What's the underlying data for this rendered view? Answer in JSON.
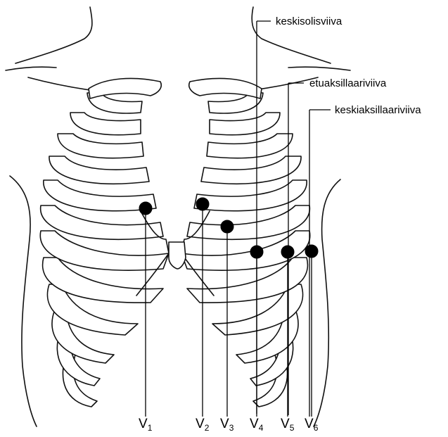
{
  "figure": {
    "reference_lines": [
      {
        "id": "midclavicular",
        "label": "keskisolisviiva"
      },
      {
        "id": "anterior-axillary",
        "label": "etuaksillaariviiva"
      },
      {
        "id": "mid-axillary",
        "label": "keskiaksillaariviiva"
      }
    ],
    "electrodes": [
      {
        "id": "v1",
        "letter": "V",
        "sub": "1"
      },
      {
        "id": "v2",
        "letter": "V",
        "sub": "2"
      },
      {
        "id": "v3",
        "letter": "V",
        "sub": "3"
      },
      {
        "id": "v4",
        "letter": "V",
        "sub": "4"
      },
      {
        "id": "v5",
        "letter": "V",
        "sub": "5"
      },
      {
        "id": "v6",
        "letter": "V",
        "sub": "6"
      }
    ]
  }
}
